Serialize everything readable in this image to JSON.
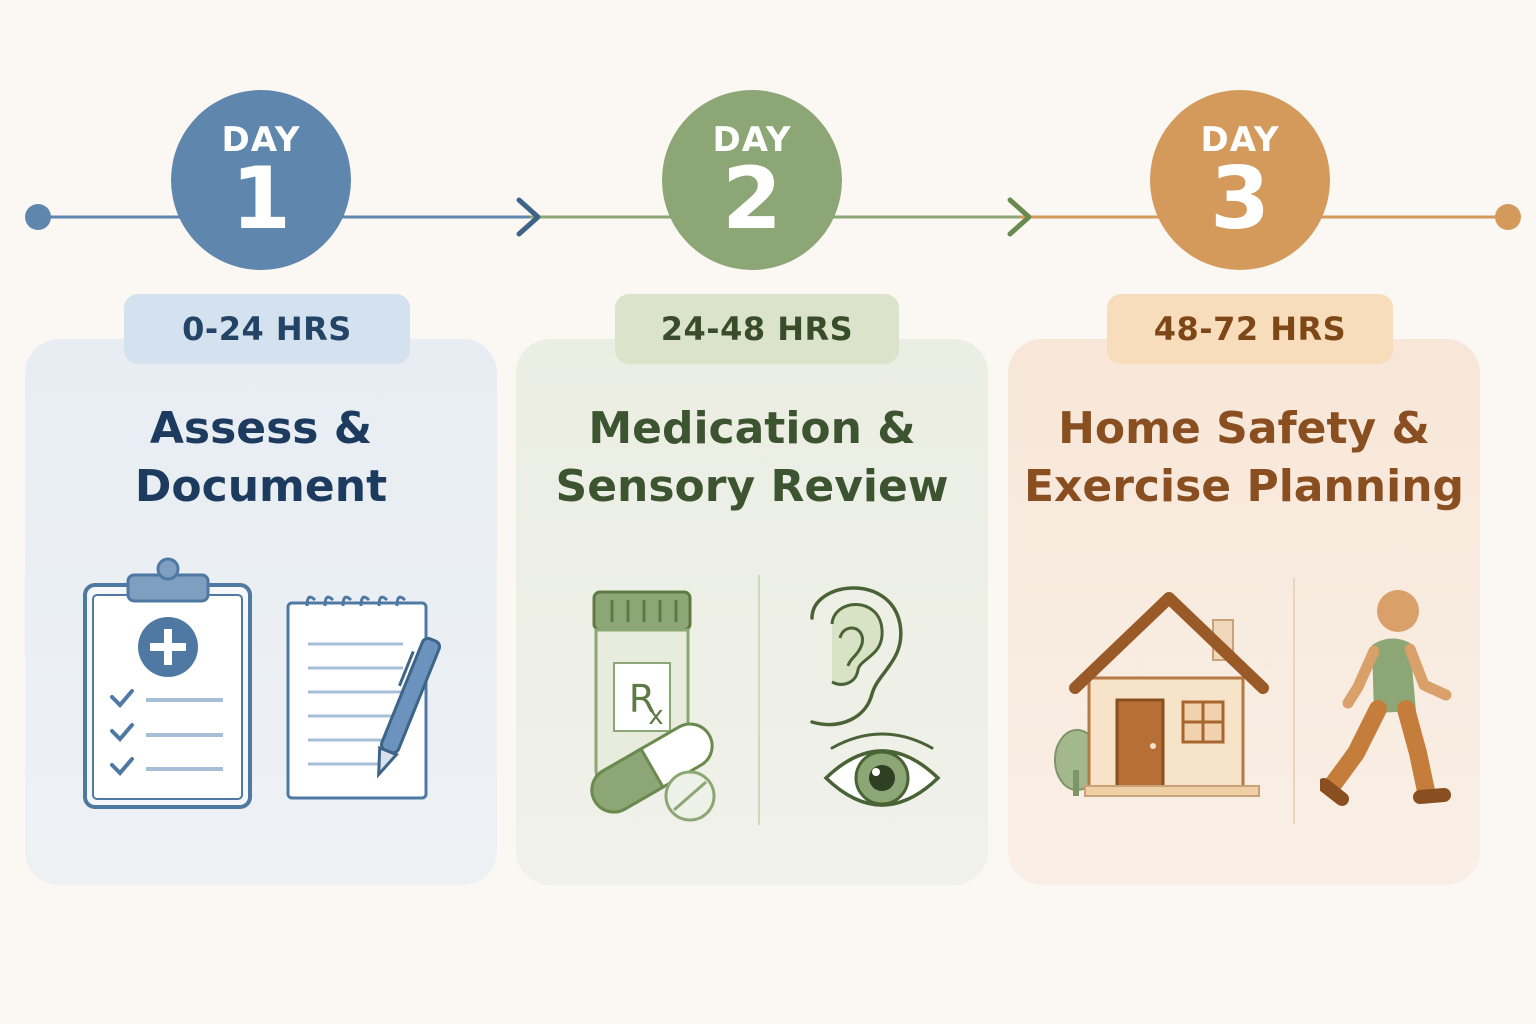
{
  "steps": [
    {
      "day_label": "DAY",
      "day_number": "1",
      "hours": "0-24 HRS",
      "title_line1": "Assess &",
      "title_line2": "Document",
      "color": "#5f86ad",
      "icons": [
        "clipboard-icon",
        "notepad-pen-icon"
      ]
    },
    {
      "day_label": "DAY",
      "day_number": "2",
      "hours": "24-48 HRS",
      "title_line1": "Medication &",
      "title_line2": "Sensory Review",
      "color": "#8da675",
      "icons": [
        "pill-bottle-icon",
        "ear-icon",
        "eye-icon"
      ],
      "rx_text": "Rx"
    },
    {
      "day_label": "DAY",
      "day_number": "3",
      "hours": "48-72 HRS",
      "title_line1": "Home Safety &",
      "title_line2": "Exercise Planning",
      "color": "#d39a5c",
      "icons": [
        "house-icon",
        "walking-person-icon"
      ]
    }
  ]
}
